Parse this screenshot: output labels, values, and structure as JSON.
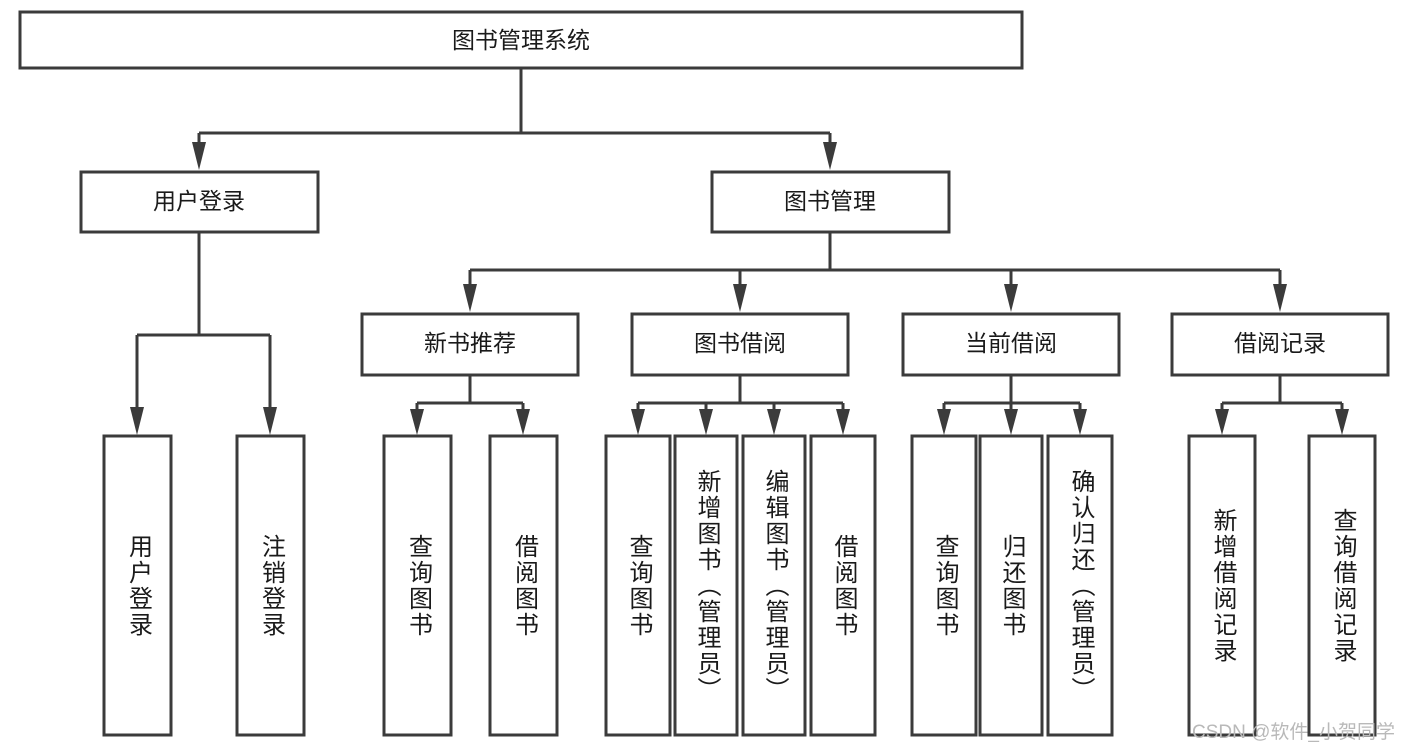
{
  "diagram": {
    "type": "tree",
    "title_node": {
      "id": "root",
      "label": "图书管理系统"
    },
    "level2": [
      {
        "id": "user-login",
        "label": "用户登录"
      },
      {
        "id": "book-manage",
        "label": "图书管理"
      }
    ],
    "level3": [
      {
        "id": "new-book-recommend",
        "label": "新书推荐",
        "parent": "book-manage"
      },
      {
        "id": "book-borrow",
        "label": "图书借阅",
        "parent": "book-manage"
      },
      {
        "id": "current-borrow",
        "label": "当前借阅",
        "parent": "book-manage"
      },
      {
        "id": "borrow-record",
        "label": "借阅记录",
        "parent": "book-manage"
      }
    ],
    "leaves": {
      "user_login": [
        {
          "id": "leaf-user-login",
          "label": "用户登录"
        },
        {
          "id": "leaf-logout-login",
          "label": "注销登录"
        }
      ],
      "new_book_recommend": [
        {
          "id": "leaf-query-book-1",
          "label": "查询图书"
        },
        {
          "id": "leaf-borrow-book-1",
          "label": "借阅图书"
        }
      ],
      "book_borrow": [
        {
          "id": "leaf-query-book-2",
          "label": "查询图书"
        },
        {
          "id": "leaf-add-book",
          "label": "新增图书（管理员）"
        },
        {
          "id": "leaf-edit-book",
          "label": "编辑图书（管理员）"
        },
        {
          "id": "leaf-borrow-book-2",
          "label": "借阅图书"
        }
      ],
      "current_borrow": [
        {
          "id": "leaf-query-book-3",
          "label": "查询图书"
        },
        {
          "id": "leaf-return-book",
          "label": "归还图书"
        },
        {
          "id": "leaf-confirm-return",
          "label": "确认归还（管理员）"
        }
      ],
      "borrow_record": [
        {
          "id": "leaf-add-borrow-record",
          "label": "新增借阅记录"
        },
        {
          "id": "leaf-query-borrow-record",
          "label": "查询借阅记录"
        }
      ]
    }
  },
  "watermark": {
    "text": "CSDN @软件_小贺同学"
  },
  "colors": {
    "stroke": "#3b3b3b",
    "box_fill": "#ffffff",
    "text": "#1a1a1a",
    "watermark": "#b9b9b9",
    "background": "#ffffff"
  }
}
